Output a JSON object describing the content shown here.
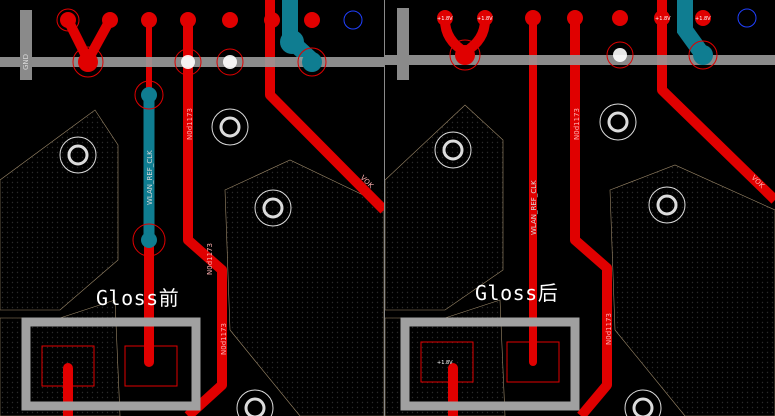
{
  "panels": {
    "before": {
      "caption": "Gloss前",
      "labels": {
        "wlan_ref_clk": "WLAN_REF_CLK",
        "trace_a": "N0d1173",
        "trace_b": "N0d1173",
        "trace_c": "N0d1173",
        "trace_d": "VOK",
        "pad_gnd": "GND"
      }
    },
    "after": {
      "caption": "Gloss后",
      "labels": {
        "wlan_ref_clk": "WLAN_REF_CLK",
        "trace_a": "N0d1173",
        "trace_b": "N0d1173",
        "trace_c": "VOK",
        "via_1": "+1.8V",
        "via_2": "+1.8V",
        "via_3": "+1.8V",
        "via_4": "+1.8V",
        "pad_lbl": "+1.8V"
      }
    }
  },
  "colors": {
    "background": "#000000",
    "top_copper": "#e60000",
    "bottom_copper": "#0e7f93",
    "keepout_gray": "#9a9a9a",
    "silkscreen": "#bdbdbd",
    "plane_dot": "#1c1c1c",
    "net_label": "#d8d8d8"
  }
}
